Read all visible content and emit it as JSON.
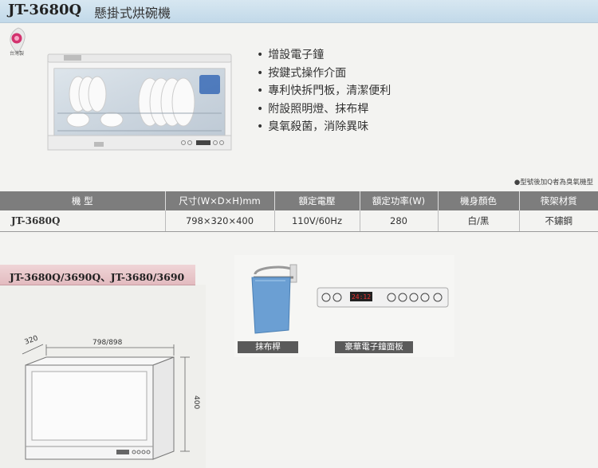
{
  "header": {
    "model": "JT-3680Q",
    "name": "懸掛式烘碗機"
  },
  "badge": {
    "label": "台灣製"
  },
  "features": [
    "增設電子鐘",
    "按鍵式操作介面",
    "專利快拆門板，清潔便利",
    "附設照明燈、抹布桿",
    "臭氧殺菌，消除異味"
  ],
  "note": "●型號後加Q者為臭氧機型",
  "spec": {
    "headers": [
      "機 型",
      "尺寸(W×D×H)mm",
      "額定電壓",
      "額定功率(W)",
      "機身顏色",
      "筷架材質"
    ],
    "rows": [
      [
        "JT-3680Q",
        "798×320×400",
        "110V/60Hz",
        "280",
        "白/黑",
        "不鏽鋼"
      ]
    ]
  },
  "section2": {
    "title": "JT-3680Q/3690Q、JT-3680/3690",
    "dims": {
      "depth": "320",
      "width": "798/898",
      "height": "400"
    }
  },
  "accessories": {
    "towel_caption": "抹布桿",
    "panel_caption": "豪華電子鐘面板",
    "panel_display": "24:12"
  },
  "colors": {
    "header_bg": "#c8dcea",
    "section2_bg": "#e6c3c7",
    "table_header": "#7d7d7d"
  }
}
